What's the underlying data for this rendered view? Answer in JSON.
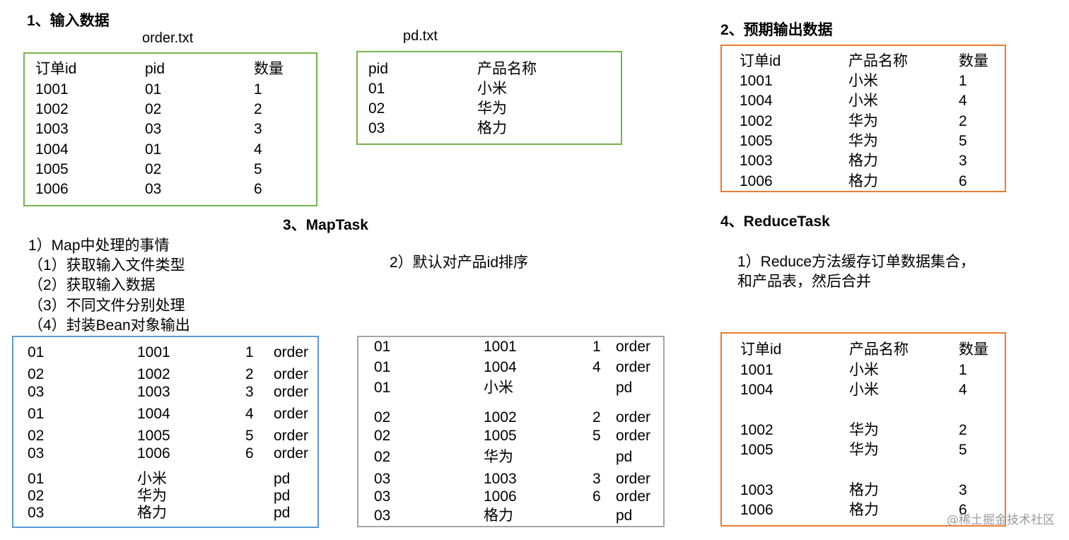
{
  "colors": {
    "green": "#77b34a",
    "orange": "#ec7c30",
    "blue": "#5b9bd5",
    "gray": "#a5a5a5"
  },
  "section1": {
    "title": "1、输入数据"
  },
  "order_table": {
    "filename": "order.txt",
    "rows": [
      [
        "订单id",
        "pid",
        "数量"
      ],
      [
        "1001",
        "01",
        "1"
      ],
      [
        "1002",
        "02",
        "2"
      ],
      [
        "1003",
        "03",
        "3"
      ],
      [
        "1004",
        "01",
        "4"
      ],
      [
        "1005",
        "02",
        "5"
      ],
      [
        "1006",
        "03",
        "6"
      ]
    ]
  },
  "pd_table": {
    "filename": "pd.txt",
    "rows": [
      [
        "pid",
        "产品名称"
      ],
      [
        "01",
        "小米"
      ],
      [
        "02",
        "华为"
      ],
      [
        "03",
        "格力"
      ]
    ]
  },
  "section2": {
    "title": "2、预期输出数据"
  },
  "expected_table": {
    "rows": [
      [
        "订单id",
        "产品名称",
        "数量"
      ],
      [
        "1001",
        "小米",
        "1"
      ],
      [
        "1004",
        "小米",
        "4"
      ],
      [
        "1002",
        "华为",
        "2"
      ],
      [
        "1005",
        "华为",
        "5"
      ],
      [
        "1003",
        "格力",
        "3"
      ],
      [
        "1006",
        "格力",
        "6"
      ]
    ]
  },
  "section3": {
    "title": "3、MapTask",
    "notes": [
      "1）Map中处理的事情",
      "（1）获取输入文件类型",
      "（2）获取输入数据",
      "（3）不同文件分别处理",
      "（4）封装Bean对象输出"
    ],
    "sort_note": "2）默认对产品id排序"
  },
  "map_output": {
    "rows": [
      [
        "01",
        "1001",
        "1",
        "order"
      ],
      [
        "02",
        "1002",
        "2",
        "order"
      ],
      [
        "03",
        "1003",
        "3",
        "order"
      ],
      [
        "01",
        "1004",
        "4",
        "order"
      ],
      [
        "02",
        "1005",
        "5",
        "order"
      ],
      [
        "03",
        "1006",
        "6",
        "order"
      ],
      [
        "01",
        "小米",
        "",
        "pd"
      ],
      [
        "02",
        "华为",
        "",
        "pd"
      ],
      [
        "03",
        "格力",
        "",
        "pd"
      ]
    ]
  },
  "sorted_output": {
    "rows": [
      [
        "01",
        "1001",
        "1",
        "order"
      ],
      [
        "01",
        "1004",
        "4",
        "order"
      ],
      [
        "01",
        "小米",
        "",
        "pd"
      ],
      [
        "02",
        "1002",
        "2",
        "order"
      ],
      [
        "02",
        "1005",
        "5",
        "order"
      ],
      [
        "02",
        "华为",
        "",
        "pd"
      ],
      [
        "03",
        "1003",
        "3",
        "order"
      ],
      [
        "03",
        "1006",
        "6",
        "order"
      ],
      [
        "03",
        "格力",
        "",
        "pd"
      ]
    ]
  },
  "section4": {
    "title": "4、ReduceTask",
    "notes": [
      "1）Reduce方法缓存订单数据集合，",
      "和产品表，然后合并"
    ]
  },
  "reduce_table": {
    "rows": [
      [
        "订单id",
        "产品名称",
        "数量"
      ],
      [
        "1001",
        "小米",
        "1"
      ],
      [
        "1004",
        "小米",
        "4"
      ],
      [
        "1002",
        "华为",
        "2"
      ],
      [
        "1005",
        "华为",
        "5"
      ],
      [
        "1003",
        "格力",
        "3"
      ],
      [
        "1006",
        "格力",
        "6"
      ]
    ]
  },
  "watermark": "@稀土掘金技术社区"
}
